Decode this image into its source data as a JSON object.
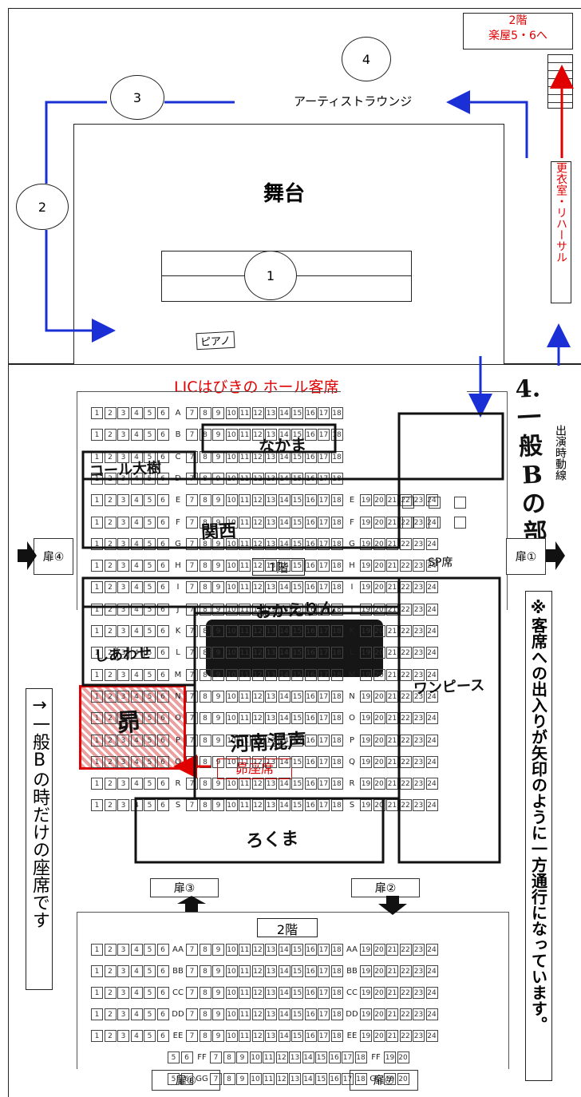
{
  "header": {
    "floor2_note_line1": "2階",
    "floor2_note_line2": "楽屋5・6へ",
    "artist_lounge": "アーティストラウンジ",
    "stage": "舞台",
    "piano": "ピアノ",
    "changing_room": "更衣室・リハーサル",
    "hall_title": "LICはびきの ホール客席",
    "performer_route": "出演時動線",
    "hand_note": "4.一般Bの部"
  },
  "circles": [
    "1",
    "2",
    "3",
    "4"
  ],
  "doors": {
    "d1": "扉①",
    "d2": "扉②",
    "d3": "扉③",
    "d4": "扉④",
    "d7": "扉⑦",
    "d8": "扉⑧"
  },
  "floors": {
    "f1": "1階",
    "f2": "2階"
  },
  "sp_seats": "SP席",
  "subaru_seat": "昴座席",
  "side_note_left": "→一般Bの時だけの座席です",
  "side_note_right": "※客席への出入りが矢印のように一方通行になっています。",
  "handwritten": {
    "nakama": "なかま",
    "choir": "コール大樹",
    "kansai": "関西",
    "okaerin": "おかえりん",
    "shiawase": "しあわせ",
    "onepiece": "ワンピース",
    "kawachi": "河南混声",
    "sukuma": "ろくま",
    "subaru_mark": "昴"
  },
  "rows_first_floor": {
    "left": [
      "A",
      "B",
      "C",
      "D",
      "E",
      "F",
      "G",
      "H",
      "I",
      "J",
      "K",
      "L",
      "M",
      "N",
      "O",
      "P",
      "Q",
      "R",
      "S"
    ],
    "right_labels": [
      "E",
      "F",
      "G",
      "H",
      "I",
      "J",
      "K",
      "L",
      "M",
      "N",
      "O",
      "P",
      "Q",
      "R",
      "S"
    ]
  },
  "rows_second_floor": [
    "AA",
    "BB",
    "CC",
    "DD",
    "EE",
    "FF",
    "GG"
  ],
  "seat_numbers": {
    "left_block": [
      "1",
      "2",
      "3",
      "4",
      "5",
      "6"
    ],
    "center_block": [
      "7",
      "8",
      "9",
      "10",
      "11",
      "12",
      "13",
      "14",
      "15",
      "16",
      "17",
      "18"
    ],
    "right_block": [
      "19",
      "20",
      "21",
      "22",
      "23",
      "24"
    ],
    "short_left": [
      "5",
      "6"
    ],
    "short_right": [
      "19",
      "20"
    ]
  },
  "colors": {
    "route_blue": "#1a2fd6",
    "accent_red": "#e00000"
  }
}
